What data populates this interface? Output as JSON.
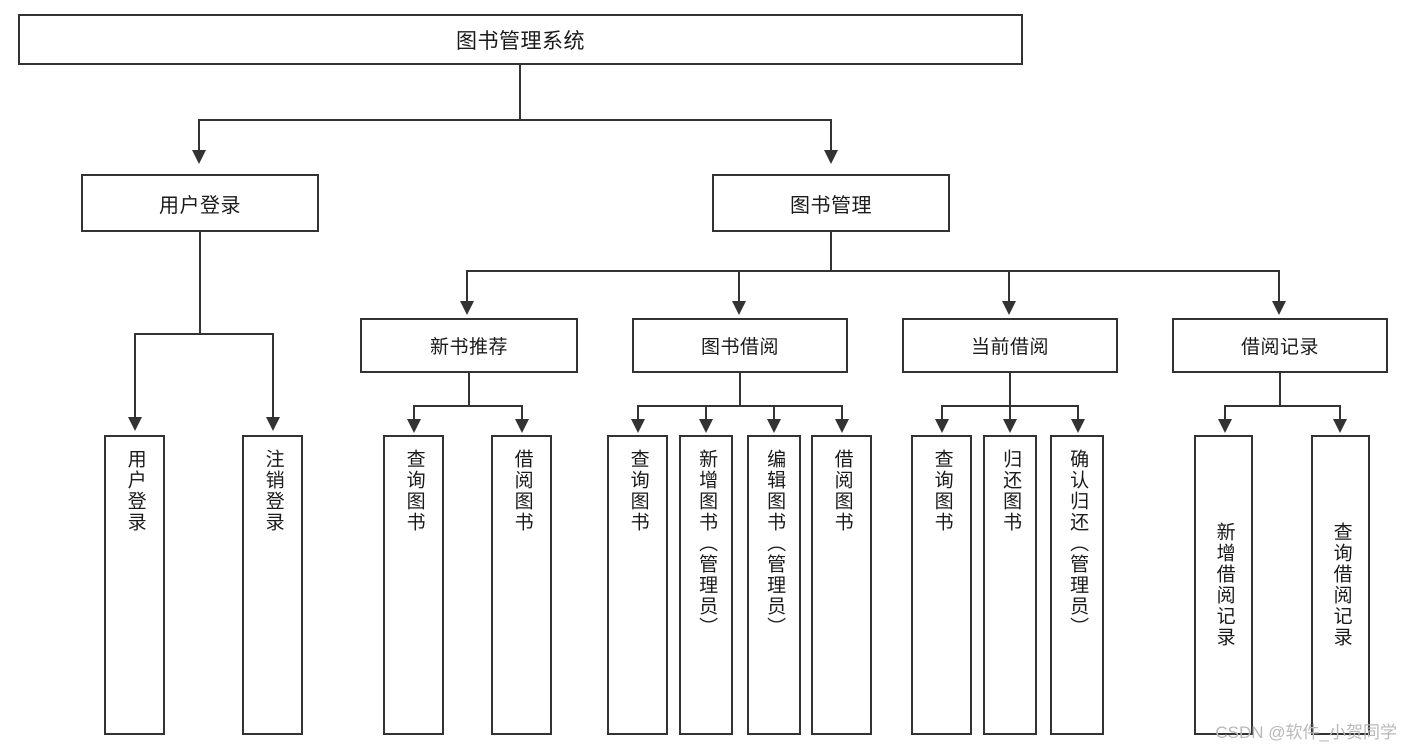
{
  "diagram": {
    "title": "图书管理系统",
    "type": "tree-hierarchy",
    "watermark": "CSDN @软件_小贺同学",
    "colors": {
      "stroke": "#333333",
      "fill": "#ffffff",
      "text": "#1a1a1a",
      "watermark": "#b8b8b8"
    },
    "nodes": {
      "root": {
        "label": "图书管理系统"
      },
      "level1": [
        {
          "label": "用户登录"
        },
        {
          "label": "图书管理"
        }
      ],
      "level2": [
        {
          "label": "新书推荐"
        },
        {
          "label": "图书借阅"
        },
        {
          "label": "当前借阅"
        },
        {
          "label": "借阅记录"
        }
      ],
      "leaves": {
        "user_login": [
          {
            "label": "用户登录"
          },
          {
            "label": "注销登录"
          }
        ],
        "new_book_recommend": [
          {
            "label": "查询图书"
          },
          {
            "label": "借阅图书"
          }
        ],
        "book_borrow": [
          {
            "label": "查询图书"
          },
          {
            "label": "新增图书（管理员）"
          },
          {
            "label": "编辑图书（管理员）"
          },
          {
            "label": "借阅图书"
          }
        ],
        "current_borrow": [
          {
            "label": "查询图书"
          },
          {
            "label": "归还图书"
          },
          {
            "label": "确认归还（管理员）"
          }
        ],
        "borrow_record": [
          {
            "label": "新增借阅记录"
          },
          {
            "label": "查询借阅记录"
          }
        ]
      }
    }
  }
}
